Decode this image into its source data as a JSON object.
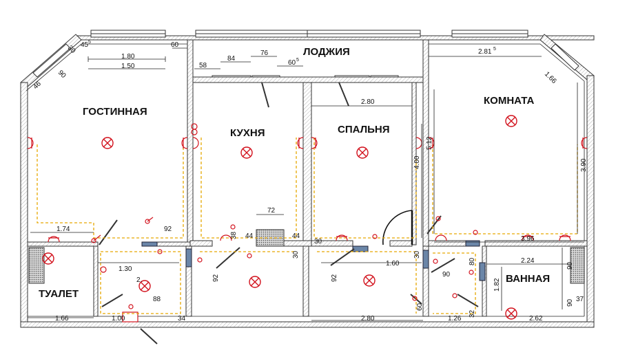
{
  "rooms": {
    "living": "ГОСТИННАЯ",
    "kitchen": "КУХНЯ",
    "bedroom": "СПАЛЬНЯ",
    "room": "КОМНАТА",
    "loggia": "ЛОДЖИЯ",
    "toilet": "ТУАЛЕТ",
    "bath": "ВАННАЯ"
  },
  "dims": {
    "d30": "30",
    "d45": "45",
    "d45sup": "5",
    "d60": "60",
    "d180": "1.80",
    "d150": "1.50",
    "d90": "90",
    "d46": "46",
    "d58": "58",
    "d84": "84",
    "d76": "76",
    "d60b": "60",
    "d60bsup": "5",
    "d281": "2.81",
    "d281sup": "5",
    "d166": "1.66",
    "d280top": "2.80",
    "d512": "5.12",
    "d400": "4.00",
    "d390": "3.90",
    "d174": "1.74",
    "d92a": "92",
    "d72": "72",
    "d44a": "44",
    "d38": "38",
    "d44b": "44",
    "d30b": "30",
    "d396": "3.96",
    "d130": "1.30",
    "d2x": "2.",
    "d88": "88",
    "d92b": "92",
    "d30c": "30",
    "d92c": "92",
    "d160": "1.60",
    "d30d": "30",
    "d90b": "90",
    "d80": "80",
    "d224": "2.24",
    "d90c": "90",
    "d182": "1.82",
    "d90d": "90",
    "d37": "37",
    "d166b": "1.66",
    "d100": "1.00",
    "d34": "34",
    "d280bot": "2.80",
    "d60c": "60",
    "d126": "1.26",
    "d32": "32",
    "d262": "2.62"
  }
}
